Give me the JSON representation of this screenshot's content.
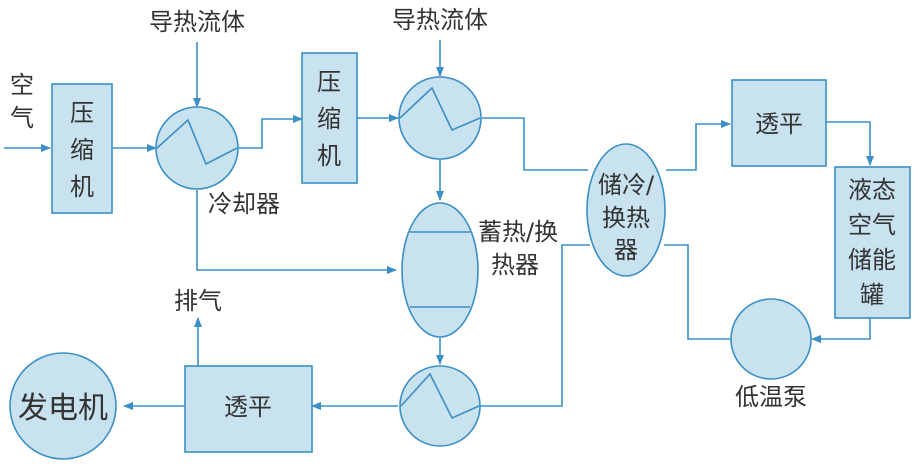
{
  "labels": {
    "air_in": [
      "空",
      "气"
    ],
    "compressor1": [
      "压",
      "缩",
      "机"
    ],
    "fluid1": "导热流体",
    "cooler": "冷却器",
    "compressor2": [
      "压",
      "缩",
      "机"
    ],
    "fluid2": "导热流体",
    "heat_storage": [
      "蓄热/换",
      "热器"
    ],
    "cold_storage": [
      "储冷/",
      "换热",
      "器"
    ],
    "expander_top": "透平",
    "lair_tank": [
      "液态",
      "空气",
      "储能",
      "罐"
    ],
    "pump": "低温泵",
    "exhaust": "排气",
    "generator": "发电机",
    "expander_bottom": "透平"
  },
  "colors": {
    "line": "#3a8fc6",
    "fill": "#c9e2f0",
    "text": "#333333"
  }
}
